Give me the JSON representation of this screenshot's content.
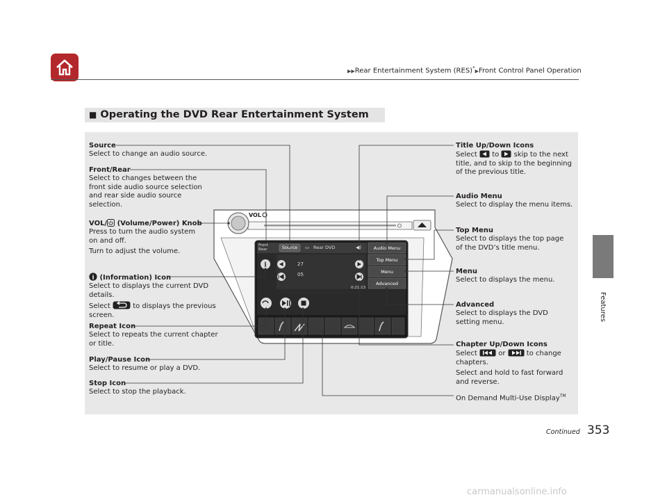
{
  "breadcrumb": {
    "part1": "Rear Entertainment System (RES)",
    "asterisk": "*",
    "part2": "Front Control Panel Operation"
  },
  "side_tab": "Features",
  "section": {
    "title": "Operating the DVD Rear Entertainment System"
  },
  "screen": {
    "front_label": "Front",
    "rear_label": "Rear",
    "source": "Source",
    "rear_dvd": "Rear DVD",
    "title_num": "27",
    "chapter_num": "05",
    "elapsed": "0:21:13",
    "audio_menu": "Audio Menu",
    "top_menu": "Top Menu",
    "menu": "Menu",
    "advanced": "Advanced"
  },
  "callouts": {
    "source": {
      "title": "Source",
      "lines": [
        "Select to change an audio source."
      ]
    },
    "front_rear": {
      "title": "Front/Rear",
      "lines": [
        "Select to changes between the",
        "front side audio source selection",
        "and rear side audio source",
        "selection."
      ]
    },
    "vol": {
      "title_a": "VOL/",
      "title_b": " (Volume/Power) Knob",
      "lines": [
        "Press to turn the audio system",
        "on and off.",
        "Turn to adjust the volume."
      ]
    },
    "info": {
      "title": " (Information) Icon",
      "lines": [
        "Select to displays the current DVD",
        "details."
      ],
      "line3a": "Select ",
      "line3b": " to displays the previous",
      "line4": "screen."
    },
    "repeat": {
      "title": "Repeat Icon",
      "lines": [
        "Select to repeats the current chapter",
        "or title."
      ]
    },
    "play_pause": {
      "title": "Play/Pause Icon",
      "lines": [
        "Select to resume or play a DVD."
      ]
    },
    "stop": {
      "title": "Stop Icon",
      "lines": [
        "Select to stop the playback."
      ]
    },
    "title_updown": {
      "title": "Title Up/Down Icons",
      "l1a": "Select ",
      "l1b": " to ",
      "l1c": " skip to the next",
      "lines": [
        "title, and to skip to the beginning",
        "of the previous title."
      ]
    },
    "audio_menu": {
      "title": "Audio Menu",
      "lines": [
        "Select to display the menu items."
      ]
    },
    "top_menu": {
      "title": "Top Menu",
      "lines": [
        "Select to displays the top page",
        "of the DVD’s title menu."
      ]
    },
    "menu": {
      "title": "Menu",
      "lines": [
        "Select to displays the menu."
      ]
    },
    "advanced": {
      "title": "Advanced",
      "lines": [
        "Select to displays the DVD",
        "setting menu."
      ]
    },
    "chapter_updown": {
      "title": "Chapter Up/Down Icons",
      "l1a": "Select ",
      "l1b": " or ",
      "l1c": " to change",
      "lines": [
        "chapters.",
        "Select and hold to fast forward",
        "and reverse."
      ]
    },
    "on_demand": {
      "text": "On Demand Multi-Use Display",
      "tm": "TM"
    }
  },
  "footer": {
    "continued": "Continued",
    "page": "353"
  },
  "watermark": "carmanualsonline.info"
}
